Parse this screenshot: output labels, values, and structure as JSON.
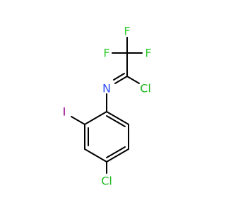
{
  "molecule": {
    "atoms": {
      "f_top": "F",
      "f_left": "F",
      "f_right": "F",
      "cl_imidoyl": "Cl",
      "n_imine": "N",
      "iodine": "I",
      "cl_ring": "Cl"
    },
    "colors": {
      "bond": "#000000",
      "fluorine": "#33cc33",
      "chlorine": "#1fb91f",
      "nitrogen": "#3050f8",
      "iodine": "#940094"
    }
  }
}
